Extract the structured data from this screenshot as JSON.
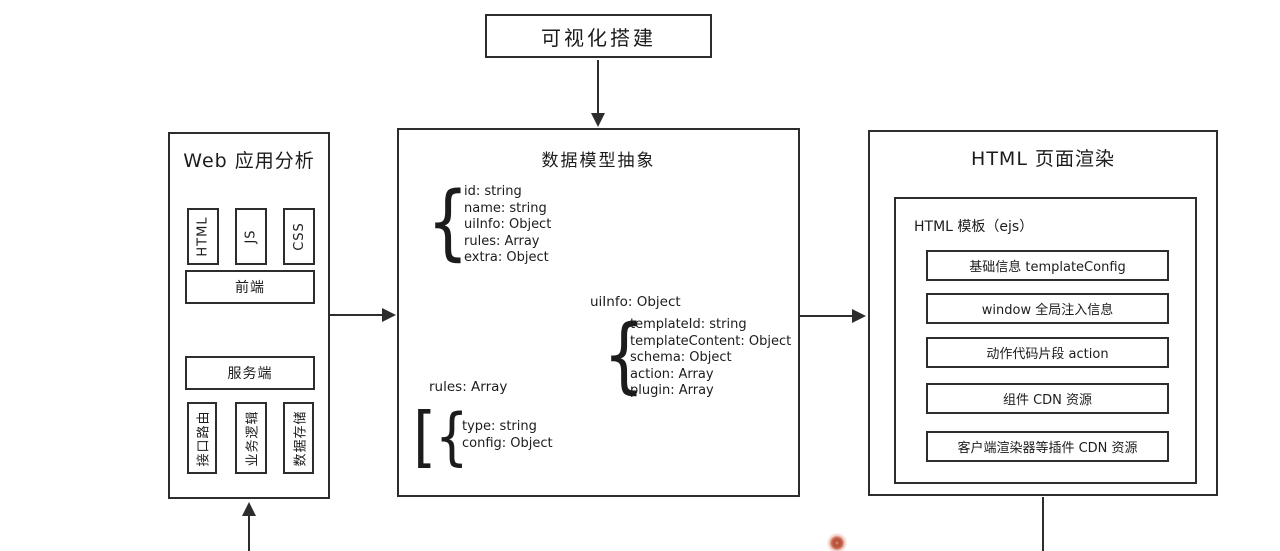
{
  "colors": {
    "line": "#2d2d2d",
    "background": "#ffffff",
    "pointer_dot": "#b44a33"
  },
  "nodes": {
    "visual_build": {
      "label": "可视化搭建"
    },
    "web_analysis": {
      "title": "Web 应用分析",
      "tech": [
        "HTML",
        "JS",
        "CSS"
      ],
      "frontend": "前端",
      "server": "服务端",
      "server_layers": [
        "接口路由",
        "业务逻辑",
        "数据存储"
      ]
    },
    "data_model": {
      "title": "数据模型抽象",
      "root_fields": [
        "id: string",
        "name: string",
        "uiInfo: Object",
        "rules: Array",
        "extra: Object"
      ],
      "uiinfo_label": "uiInfo: Object",
      "uiinfo_fields": [
        "templateId: string",
        "templateContent: Object",
        "schema: Object",
        "action: Array",
        "plugin: Array"
      ],
      "rules_label": "rules: Array",
      "rules_item_fields": [
        "type: string",
        "config: Object"
      ]
    },
    "html_render": {
      "title": "HTML 页面渲染",
      "template_label": "HTML 模板（ejs）",
      "items": [
        "基础信息 templateConfig",
        "window 全局注入信息",
        "动作代码片段 action",
        "组件 CDN 资源",
        "客户端渲染器等插件 CDN 资源"
      ]
    }
  }
}
